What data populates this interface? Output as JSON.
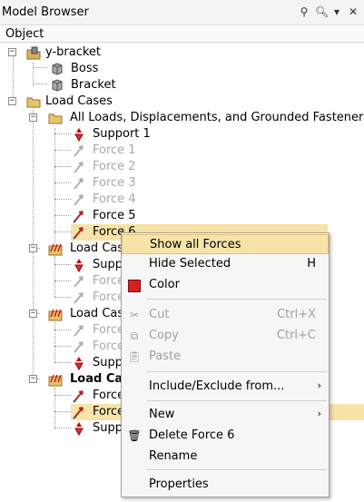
{
  "window": {
    "title": "Model Browser"
  },
  "columns": {
    "object": "Object"
  },
  "tree": {
    "root": {
      "label": "y-bracket"
    },
    "parts": [
      {
        "label": "Boss"
      },
      {
        "label": "Bracket"
      }
    ],
    "load_cases": {
      "label": "Load Cases"
    },
    "all_loads": {
      "label": "All Loads, Displacements, and Grounded Fasteners"
    },
    "all_loads_items": [
      {
        "label": "Support 1",
        "dim": false
      },
      {
        "label": "Force 1",
        "dim": true
      },
      {
        "label": "Force 2",
        "dim": true
      },
      {
        "label": "Force 3",
        "dim": true
      },
      {
        "label": "Force 4",
        "dim": true
      },
      {
        "label": "Force 5",
        "dim": false
      },
      {
        "label": "Force 6",
        "dim": false
      }
    ],
    "lc_label": "Load Cas",
    "lc_items_a": [
      "Supp",
      "Force",
      "Force"
    ],
    "lc_items_b": [
      "Force",
      "Force",
      "Supp"
    ],
    "lc_items_c": [
      "Force",
      "Force",
      "Supp"
    ]
  },
  "context_menu": {
    "show_all_forces": "Show all Forces",
    "hide_selected": "Hide Selected",
    "hide_selected_shortcut": "H",
    "color": "Color",
    "cut": "Cut",
    "cut_shortcut": "Ctrl+X",
    "copy": "Copy",
    "copy_shortcut": "Ctrl+C",
    "paste": "Paste",
    "include_exclude": "Include/Exclude from...",
    "new": "New",
    "delete": "Delete Force 6",
    "rename": "Rename",
    "properties": "Properties"
  },
  "colors": {
    "highlight": "#f6e3a8",
    "color_swatch": "#d42020"
  }
}
